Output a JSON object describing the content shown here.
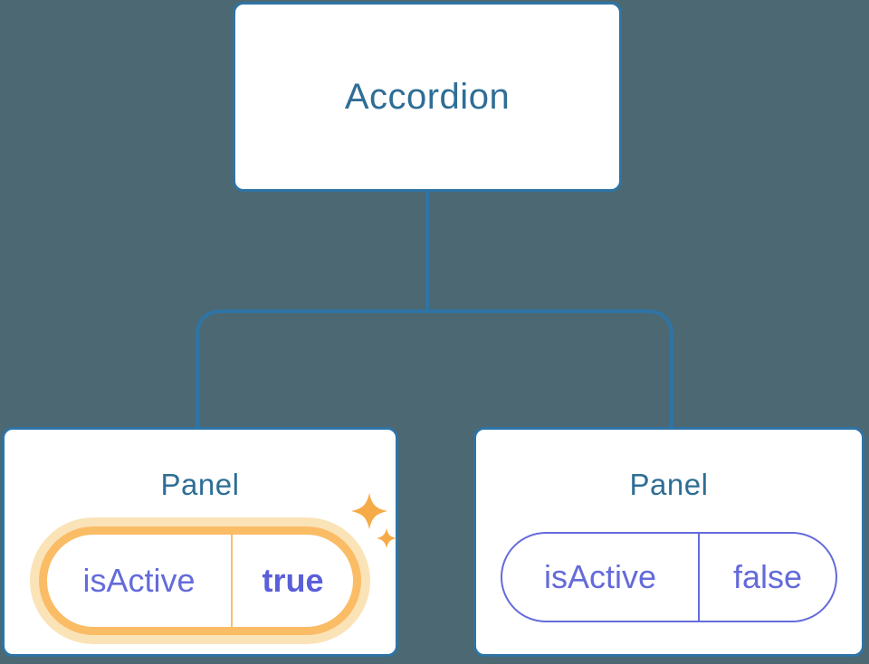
{
  "theme": {
    "background": "#4c6872",
    "line_blue": "#2e74a6",
    "title_blue": "#2e6e96",
    "purple": "#646bda",
    "purple_bold": "#5a5fd8",
    "orange": "#fbbc66",
    "orange_halo": "#fbe3b8",
    "orange_divider": "#f5c06b",
    "sparkle": "#f5ab47",
    "box_bg": "#ffffff"
  },
  "diagram": {
    "root": {
      "label": "Accordion"
    },
    "panels": [
      {
        "label": "Panel",
        "state_key": "isActive",
        "state_value": "true",
        "highlighted": true,
        "icon": "sparkles"
      },
      {
        "label": "Panel",
        "state_key": "isActive",
        "state_value": "false",
        "highlighted": false
      }
    ]
  }
}
